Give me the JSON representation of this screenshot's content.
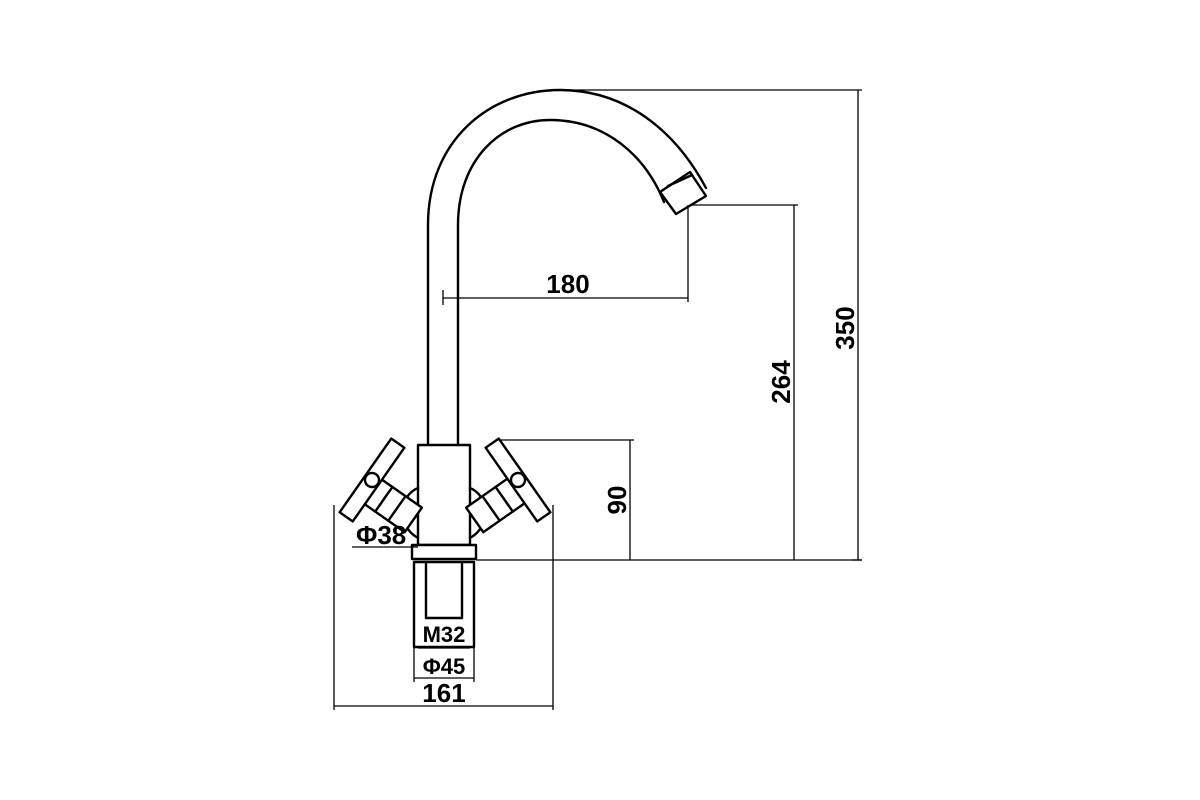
{
  "dimensions": {
    "total_height": "350",
    "outlet_height": "264",
    "spout_reach": "180",
    "handle_height": "90",
    "handle_diameter": "Φ38",
    "thread": "M32",
    "base_diameter": "Φ45",
    "total_width": "161"
  }
}
